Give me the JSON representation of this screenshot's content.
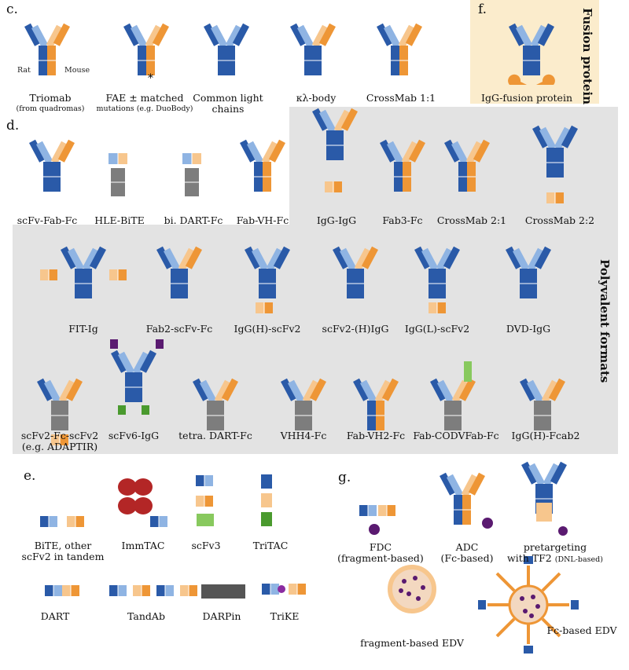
{
  "colors": {
    "dark_blue": "#2a5aa8",
    "light_blue": "#8fb4e3",
    "orange": "#ee9636",
    "light_orange": "#f7c68d",
    "gray": "#7d7d7d",
    "red": "#b32626",
    "green": "#4a9a2e",
    "light_green": "#88c95e",
    "purple": "#5a1a70",
    "panel_gray": "#e3e3e3",
    "panel_cream": "#fbeccc"
  },
  "sections": {
    "c": "c.",
    "d": "d.",
    "e": "e.",
    "f": "f.",
    "g": "g."
  },
  "side_titles": {
    "fusion": "Fusion protein",
    "polyvalent": "Polyvalent formats"
  },
  "annotations": {
    "rat": "Rat",
    "mouse": "Mouse",
    "star": "*"
  },
  "labels": {
    "c": {
      "triomab": "Triomab",
      "triomab_sub": "(from quadromas)",
      "fae": "FAE ± matched",
      "fae_sub": "mutations (e.g. DuoBody)",
      "clc1": "Common light",
      "clc2": "chains",
      "kl": "κλ-body",
      "crossmab11": "CrossMab 1:1"
    },
    "f": {
      "igg_fusion": "IgG-fusion protein"
    },
    "d": {
      "scfv_fab_fc": "scFv-Fab-Fc",
      "hle_bite": "HLE-BiTE",
      "dart_fc": "bi. DART-Fc",
      "fab_vh_fc": "Fab-VH-Fc",
      "igg_igg": "IgG-IgG",
      "fab3_fc": "Fab3-Fc",
      "crossmab21": "CrossMab 2:1",
      "crossmab22": "CrossMab 2:2"
    },
    "poly1": {
      "fit_ig": "FIT-Ig",
      "fab2_scfv_fc": "Fab2-scFv-Fc",
      "iggh_scfv2": "IgG(H)-scFv2",
      "scfv2_higg": "scFv2-(H)IgG",
      "iggl_scfv2": "IgG(L)-scFv2",
      "dvd_igg": "DVD-IgG"
    },
    "poly2": {
      "scfv2_fc_scfv2": "scFv2-Fc-scFv2",
      "scfv2_fc_scfv2_sub": "(e.g. ADAPTIR)",
      "scfv6_igg": "scFv6-IgG",
      "tetra_dart_fc": "tetra. DART-Fc",
      "vhh4_fc": "VHH4-Fc",
      "fab_vh2_fc": "Fab-VH2-Fc",
      "fab_codvfab_fc": "Fab-CODVFab-Fc",
      "iggh_fcab2": "IgG(H)-Fcab2"
    },
    "e": {
      "bite1": "BiTE, other",
      "bite2": "scFv2 in tandem",
      "immtac": "ImmTAC",
      "scfv3": "scFv3",
      "tritac": "TriTAC",
      "dart": "DART",
      "tandab": "TandAb",
      "darpin": "DARPin",
      "trike": "TriKE"
    },
    "g": {
      "fdc1": "FDC",
      "fdc2": "(fragment-based)",
      "adc1": "ADC",
      "adc2": "(Fc-based)",
      "pre1": "pretargeting",
      "pre2": "with TF2",
      "pre2_small": "(DNL-based)",
      "frag_edv": "fragment-based EDV",
      "fc_edv": "Fc-based EDV"
    }
  }
}
